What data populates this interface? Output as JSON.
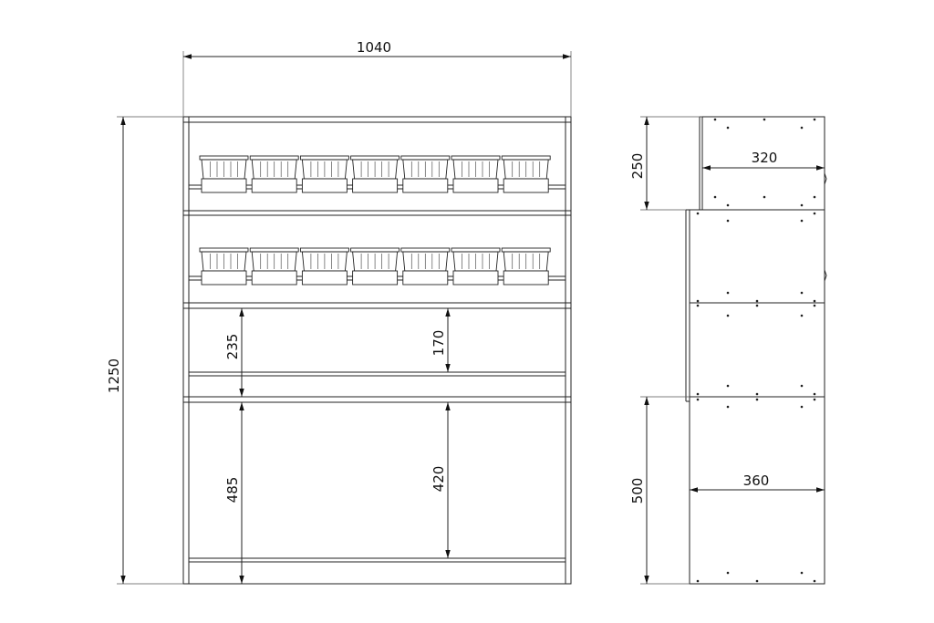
{
  "front_view": {
    "overall_width": "1040",
    "overall_height": "1250",
    "shelf_3_clear": "235",
    "shelf_3_inner": "170",
    "shelf_4_clear": "485",
    "shelf_4_inner": "420",
    "bins_per_row": 7
  },
  "side_view": {
    "top_height": "250",
    "top_depth": "320",
    "bottom_height": "500",
    "bottom_depth": "360"
  }
}
